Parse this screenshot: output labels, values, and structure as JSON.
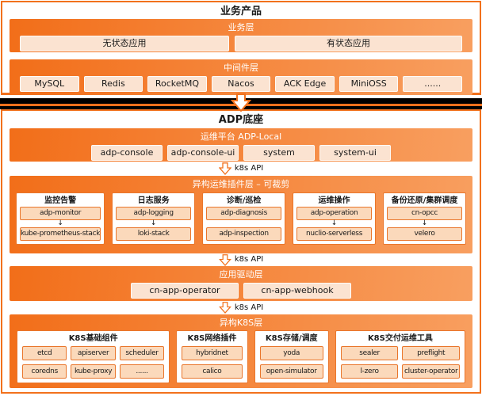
{
  "colors": {
    "primary_orange": "#f2711c",
    "band_gradient_start": "#f26e19",
    "band_gradient_end": "#f89f60",
    "band_box_fill": "#fbe3d1",
    "card_box_fill": "#fbd9bb",
    "card_border": "#e9762c",
    "divider_black": "#000000"
  },
  "k8s_api_label": "k8s API",
  "business_product": {
    "title": "业务产品",
    "business_layer": {
      "label": "业务层",
      "boxes": [
        "无状态应用",
        "有状态应用"
      ]
    },
    "middleware_layer": {
      "label": "中间件层",
      "boxes": [
        "MySQL",
        "Redis",
        "RocketMQ",
        "Nacos",
        "ACK Edge",
        "MiniOSS",
        "......"
      ]
    }
  },
  "adp_base": {
    "title": "ADP底座",
    "ops_platform": {
      "label": "运维平台 ADP-Local",
      "boxes": [
        "adp-console",
        "adp-console-ui",
        "system",
        "system-ui"
      ]
    },
    "plugin_layer": {
      "label": "异构运维插件层 – 可裁剪",
      "cards": [
        {
          "title": "监控告警",
          "boxes": [
            "adp-monitor",
            "kube-prometheus-stack"
          ]
        },
        {
          "title": "日志服务",
          "boxes": [
            "adp-logging",
            "loki-stack"
          ]
        },
        {
          "title": "诊断/巡检",
          "boxes": [
            "adp-diagnosis",
            "adp-inspection"
          ]
        },
        {
          "title": "运维操作",
          "boxes": [
            "adp-operation",
            "nuclio-serverless"
          ]
        },
        {
          "title": "备份还原/集群调度",
          "boxes": [
            "cn-opcc",
            "velero"
          ]
        }
      ]
    },
    "app_driver_layer": {
      "label": "应用驱动层",
      "boxes": [
        "cn-app-operator",
        "cn-app-webhook"
      ]
    },
    "k8s_layer": {
      "label": "异构K8S层",
      "cards": [
        {
          "title": "K8S基础组件",
          "boxes": [
            "etcd",
            "apiserver",
            "scheduler",
            "coredns",
            "kube-proxy",
            "......"
          ]
        },
        {
          "title": "K8S网络插件",
          "boxes": [
            "hybridnet",
            "calico"
          ]
        },
        {
          "title": "K8S存储/调度",
          "boxes": [
            "yoda",
            "open-simulator"
          ]
        },
        {
          "title": "K8S交付运维工具",
          "boxes": [
            "sealer",
            "preflight",
            "l-zero",
            "cluster-operator"
          ]
        }
      ]
    }
  }
}
